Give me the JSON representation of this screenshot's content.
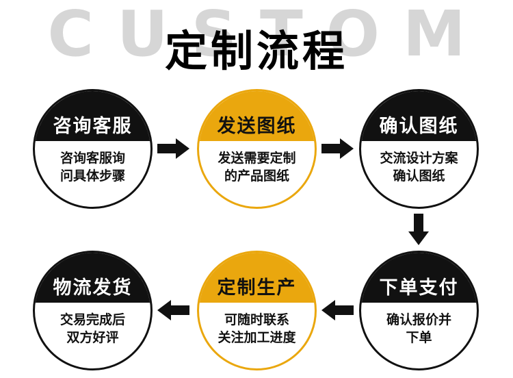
{
  "background_word": "CUSTOM",
  "title": "定制流程",
  "colors": {
    "black": "#111111",
    "yellow": "#eaa70e",
    "watermark_gray": "#d6d6d6",
    "background": "#ffffff"
  },
  "steps": [
    {
      "title": "咨询客服",
      "theme": "black",
      "body_lines": [
        "咨询客服询",
        "问具体步骤"
      ]
    },
    {
      "title": "发送图纸",
      "theme": "yellow",
      "body_lines": [
        "发送需要定制",
        "的产品图纸"
      ]
    },
    {
      "title": "确认图纸",
      "theme": "black",
      "body_lines": [
        "交流设计方案",
        "确认图纸"
      ]
    },
    {
      "title": "下单支付",
      "theme": "black",
      "body_lines": [
        "确认报价并",
        "下单"
      ]
    },
    {
      "title": "定制生产",
      "theme": "yellow",
      "body_lines": [
        "可随时联系",
        "关注加工进度"
      ]
    },
    {
      "title": "物流发货",
      "theme": "black",
      "body_lines": [
        "交易完成后",
        "双方好评"
      ]
    }
  ]
}
